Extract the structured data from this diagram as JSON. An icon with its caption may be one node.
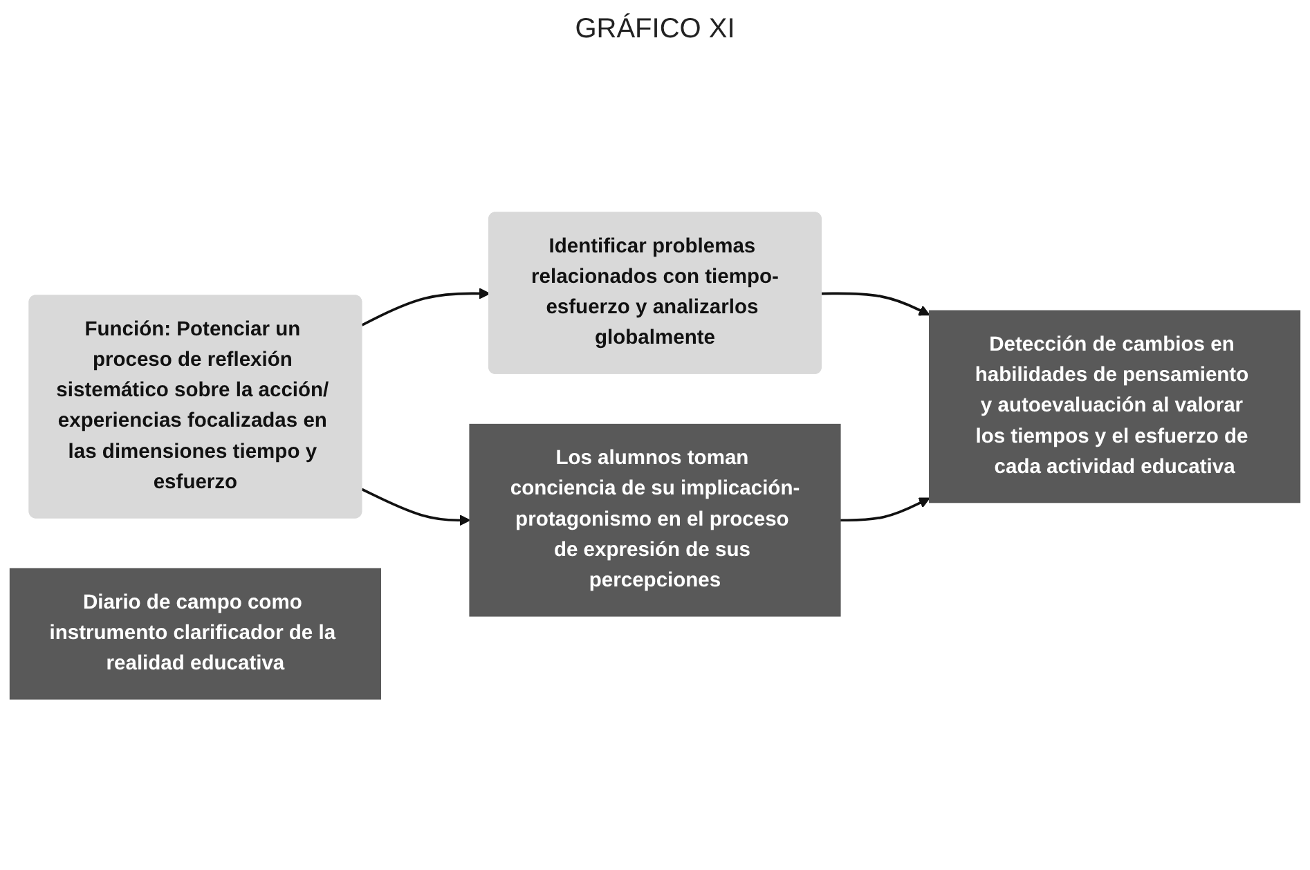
{
  "diagram": {
    "title": "GRÁFICO XI",
    "nodes": [
      {
        "text": [
          "Función: Potenciar un proceso de reflexión sistemático sobre la acción/ experiencias focalizadas en las dimensiones tiempo y esfuerzo"
        ]
      },
      {
        "text": [
          "Identificar problemas relacionados con tiempo-esfuerzo y analizarlos globalmente"
        ]
      },
      {
        "text": [
          "Diario de campo como instrumento clarificador de la realidad educativa"
        ]
      },
      {
        "text": [
          "Los alumnos toman conciencia de su implicación-protagonismo en el proceso de expresión de sus percepciones"
        ]
      },
      {
        "text": [
          "Detección de cambios en habilidades de pensamiento y autoevaluación al valorar los tiempos y el esfuerzo de cada actividad educativa"
        ]
      }
    ],
    "edges": [
      {
        "from": 0,
        "to": 1,
        "arrow": "to"
      },
      {
        "from": 0,
        "to": 3,
        "arrow": "to"
      },
      {
        "from": 1,
        "to": 4,
        "arrow": "to"
      },
      {
        "from": 3,
        "to": 4,
        "arrow": "to"
      }
    ]
  }
}
